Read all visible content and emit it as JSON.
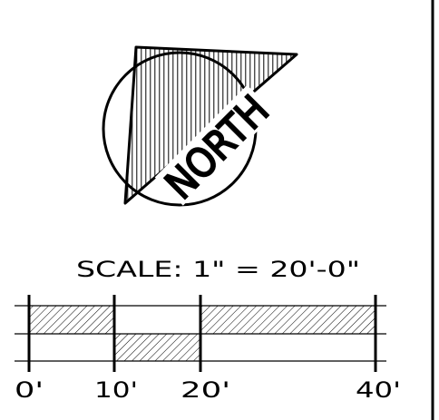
{
  "symbol": {
    "north_label": "NORTH"
  },
  "scale": {
    "label": "SCALE: 1\" = 20'-0\"",
    "ticks": [
      {
        "text": "0'"
      },
      {
        "text": "10'"
      },
      {
        "text": "20'"
      },
      {
        "text": "40'"
      }
    ]
  },
  "colors": {
    "ink": "#000000",
    "background": "#ffffff"
  },
  "icons": {
    "north_arrow": "north-arrow-icon",
    "scale_bar": "graphic-scale-bar-icon"
  }
}
